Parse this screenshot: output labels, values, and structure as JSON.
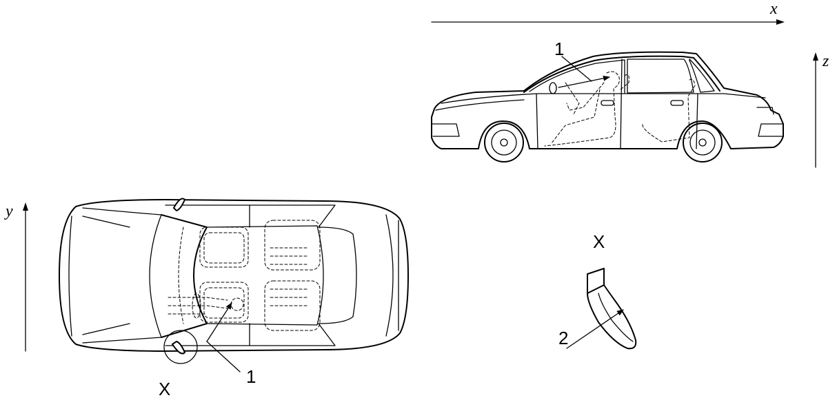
{
  "axes": {
    "x": "x",
    "y": "y",
    "z": "z"
  },
  "callouts": {
    "side_view": "1",
    "top_view": "1",
    "detail": "2"
  },
  "detail_labels": {
    "top_view_marker": "X",
    "detail_title": "X"
  }
}
